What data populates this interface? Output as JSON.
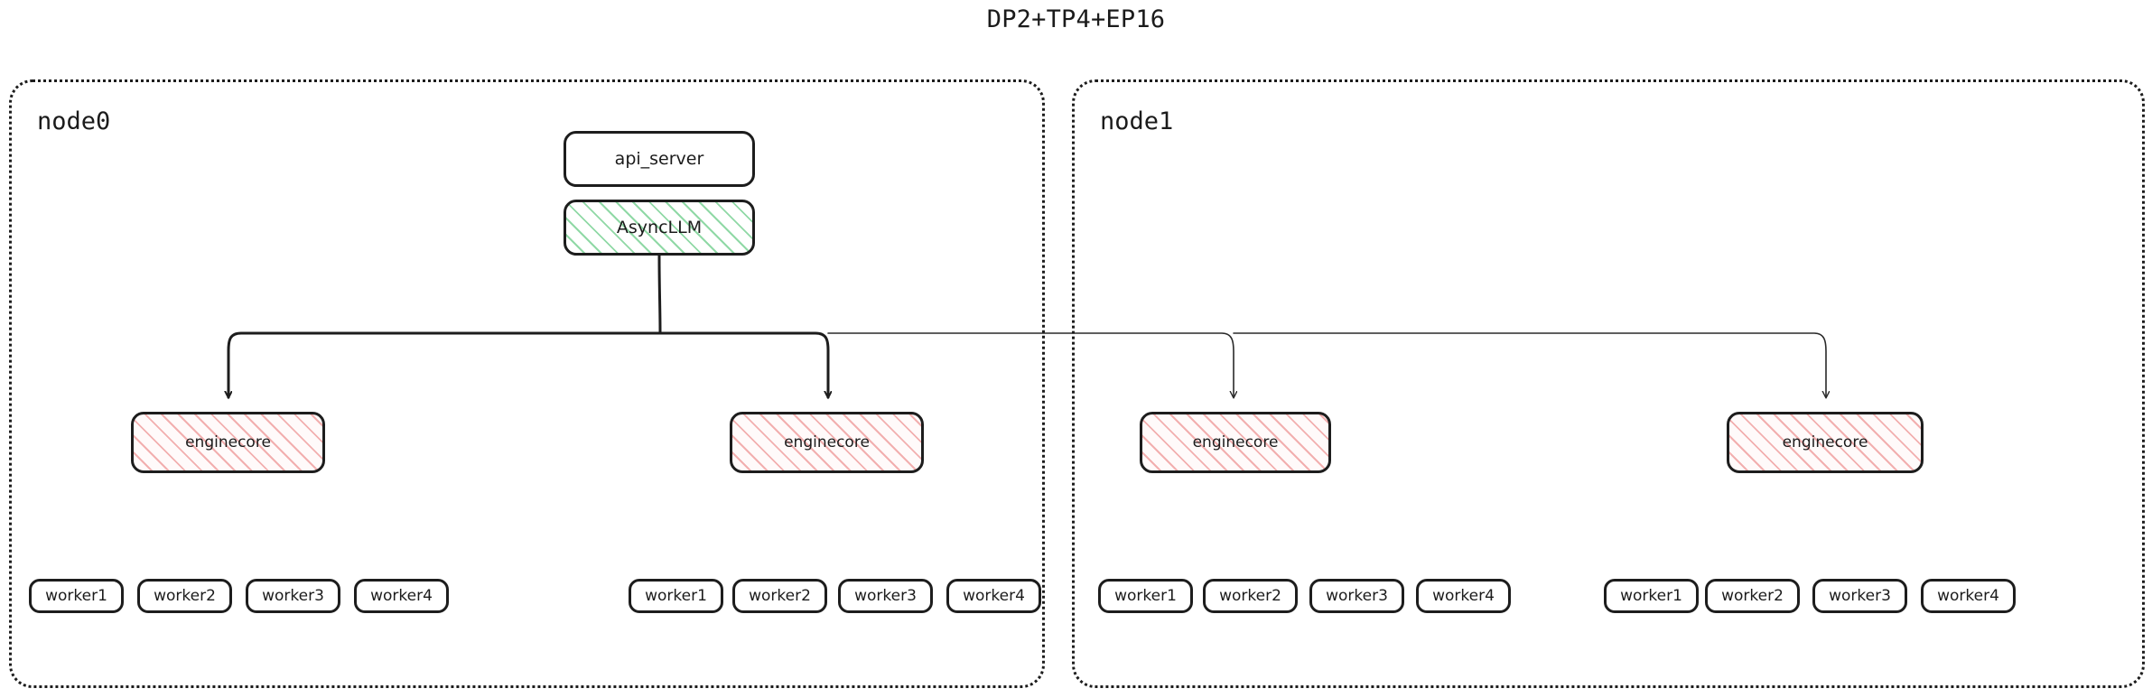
{
  "title": "DP2+TP4+EP16",
  "colors": {
    "stroke": "#1d1d1d",
    "async_hatch": "#7dd296",
    "engine_hatch": "#ee9696",
    "background": "#ffffff",
    "text": "#1b1b1b"
  },
  "top_boxes": {
    "api_server": "api_server",
    "async_llm": "AsyncLLM"
  },
  "nodes": [
    {
      "label": "node0",
      "engines": [
        {
          "label": "enginecore",
          "workers": [
            "worker1",
            "worker2",
            "worker3",
            "worker4"
          ]
        },
        {
          "label": "enginecore",
          "workers": [
            "worker1",
            "worker2",
            "worker3",
            "worker4"
          ]
        }
      ]
    },
    {
      "label": "node1",
      "engines": [
        {
          "label": "enginecore",
          "workers": [
            "worker1",
            "worker2",
            "worker3",
            "worker4"
          ]
        },
        {
          "label": "enginecore",
          "workers": [
            "worker1",
            "worker2",
            "worker3",
            "worker4"
          ]
        }
      ]
    }
  ]
}
